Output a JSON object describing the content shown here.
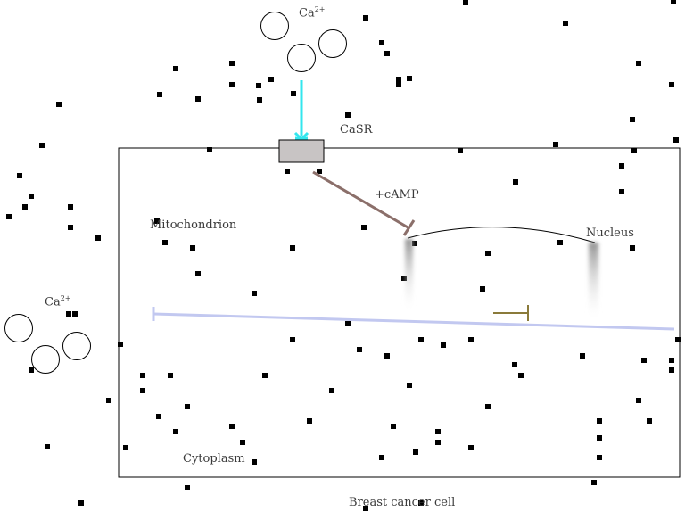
{
  "labels": {
    "ca_top": "Ca",
    "ca_top_charge": "2+",
    "casr": "CaSR",
    "camp": "+cAMP",
    "mitochondrion": "Mitochondrion",
    "nucleus": "Nucleus",
    "ca_left": "Ca",
    "ca_left_charge": "2+",
    "cytoplasm": "Cytoplasm",
    "cell": "Breast cancer cell"
  },
  "colors": {
    "outline": "#000000",
    "receptor_fill": "#c8c4c4",
    "ca_arrow": "#33e6ee",
    "camp_inhibit": "#8b6f6a",
    "small_inhibit": "#8a7a3a",
    "long_inhibit": "#c2c8f0",
    "particle": "#000000"
  }
}
